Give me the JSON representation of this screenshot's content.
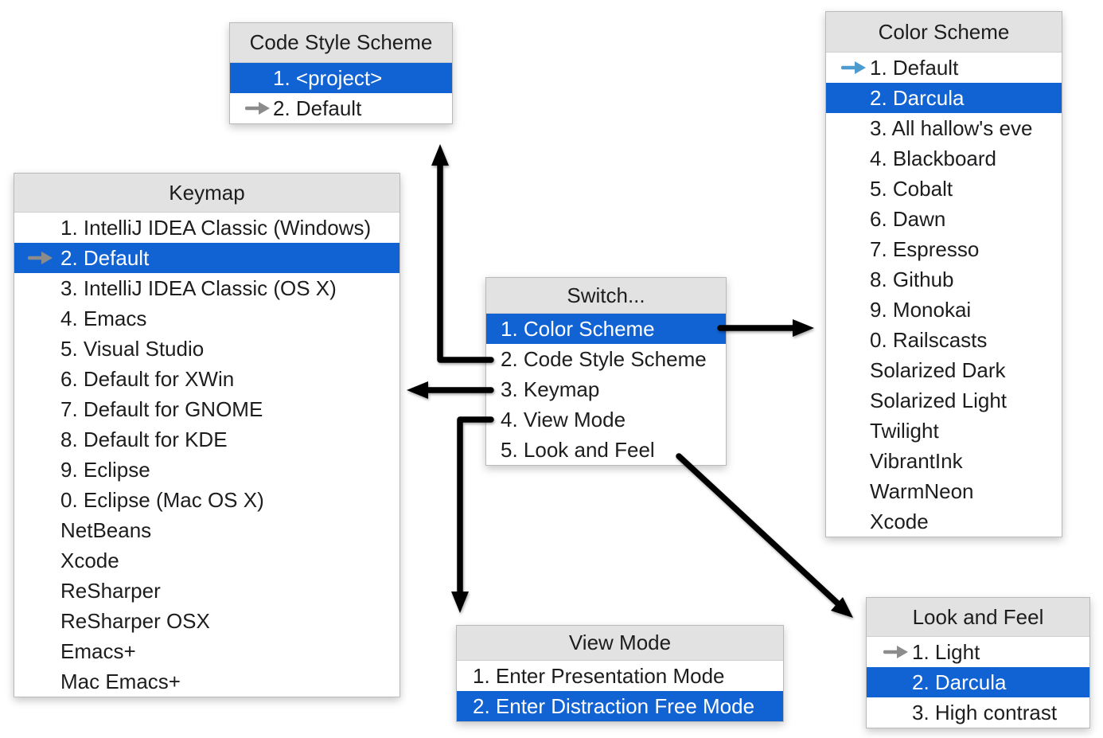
{
  "colors": {
    "selection_blue": "#1163d3",
    "header_gray": "#e2e2e2",
    "panel_border": "#b9b9b9",
    "text": "#1d1d1f",
    "selected_text": "#ffffff",
    "indicator_gray": "#8c8c8c",
    "indicator_blue": "#4e9bd0",
    "connector_black": "#000000"
  },
  "panels": {
    "code_style_scheme": {
      "title": "Code Style Scheme",
      "items": [
        {
          "label": "1. <project>",
          "selected": true
        },
        {
          "label": "2. Default",
          "indicator": "gray"
        }
      ]
    },
    "keymap": {
      "title": "Keymap",
      "items": [
        {
          "label": "1. IntelliJ IDEA Classic (Windows)"
        },
        {
          "label": "2. Default",
          "selected": true,
          "indicator": "gray"
        },
        {
          "label": "3. IntelliJ IDEA Classic (OS X)"
        },
        {
          "label": "4. Emacs"
        },
        {
          "label": "5. Visual Studio"
        },
        {
          "label": "6. Default for XWin"
        },
        {
          "label": "7. Default for GNOME"
        },
        {
          "label": "8. Default for KDE"
        },
        {
          "label": "9. Eclipse"
        },
        {
          "label": "0. Eclipse (Mac OS X)"
        },
        {
          "label": "NetBeans"
        },
        {
          "label": "Xcode"
        },
        {
          "label": "ReSharper"
        },
        {
          "label": "ReSharper OSX"
        },
        {
          "label": "Emacs+"
        },
        {
          "label": "Mac Emacs+"
        }
      ]
    },
    "switch": {
      "title": "Switch...",
      "items": [
        {
          "label": "1. Color Scheme",
          "selected": true
        },
        {
          "label": "2. Code Style Scheme"
        },
        {
          "label": "3. Keymap"
        },
        {
          "label": "4. View Mode"
        },
        {
          "label": "5. Look and Feel"
        }
      ]
    },
    "color_scheme": {
      "title": "Color Scheme",
      "items": [
        {
          "label": "1. Default",
          "indicator": "blue"
        },
        {
          "label": "2. Darcula",
          "selected": true
        },
        {
          "label": "3. All hallow's eve"
        },
        {
          "label": "4. Blackboard"
        },
        {
          "label": "5. Cobalt"
        },
        {
          "label": "6. Dawn"
        },
        {
          "label": "7. Espresso"
        },
        {
          "label": "8. Github"
        },
        {
          "label": "9. Monokai"
        },
        {
          "label": "0. Railscasts"
        },
        {
          "label": "Solarized Dark"
        },
        {
          "label": "Solarized Light"
        },
        {
          "label": "Twilight"
        },
        {
          "label": "VibrantInk"
        },
        {
          "label": "WarmNeon"
        },
        {
          "label": "Xcode"
        }
      ]
    },
    "view_mode": {
      "title": "View Mode",
      "items": [
        {
          "label": "1. Enter Presentation Mode"
        },
        {
          "label": "2. Enter Distraction Free Mode",
          "selected": true
        }
      ]
    },
    "look_and_feel": {
      "title": "Look and Feel",
      "items": [
        {
          "label": "1. Light",
          "indicator": "gray"
        },
        {
          "label": "2. Darcula",
          "selected": true
        },
        {
          "label": "3. High contrast"
        }
      ]
    }
  }
}
